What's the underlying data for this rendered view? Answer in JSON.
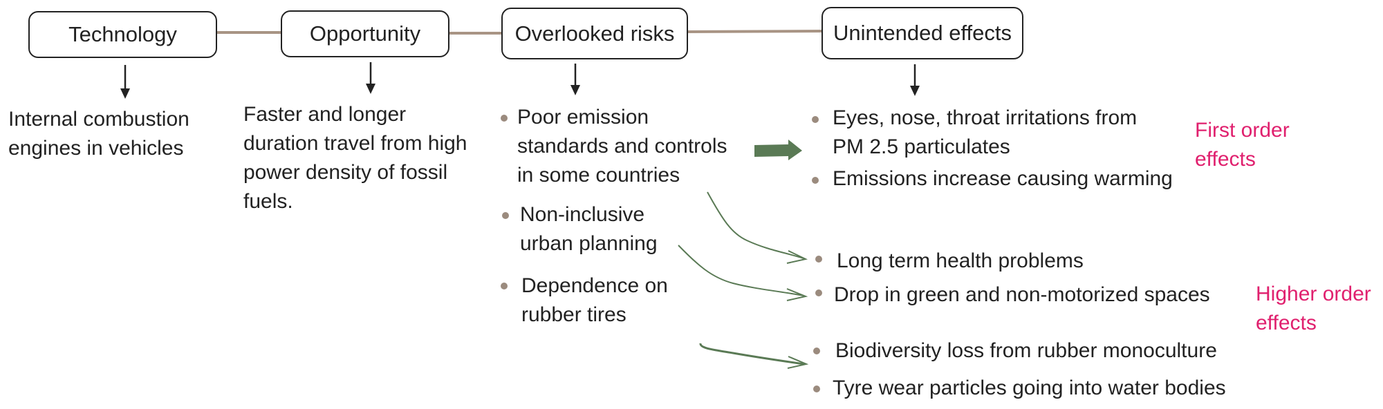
{
  "colors": {
    "connector": "#a89484",
    "arrow": "#222222",
    "green": "#5a7a55",
    "accent": "#e0206e",
    "bullet": "#9b8b7e"
  },
  "stages": [
    {
      "title": "Technology"
    },
    {
      "title": "Opportunity"
    },
    {
      "title": "Overlooked risks"
    },
    {
      "title": "Unintended effects"
    }
  ],
  "technology_text": [
    "Internal combustion",
    "engines in vehicles"
  ],
  "opportunity_text": [
    "Faster and longer",
    "duration travel from high",
    "power density of fossil",
    "fuels."
  ],
  "risks": [
    [
      "Poor emission",
      "standards and controls",
      "in some countries"
    ],
    [
      "Non-inclusive",
      "urban planning"
    ],
    [
      "Dependence on",
      "rubber tires"
    ]
  ],
  "first_order_effects": [
    [
      "Eyes, nose, throat irritations from",
      "PM 2.5 particulates"
    ],
    [
      "Emissions increase causing warming"
    ]
  ],
  "higher_order_effects": [
    "Long term health problems",
    "Drop in green and non-motorized spaces",
    "Biodiversity loss from rubber monoculture",
    "Tyre wear particles going into water bodies"
  ],
  "labels": {
    "first_order": [
      "First order",
      "effects"
    ],
    "higher_order": [
      "Higher order",
      "effects"
    ]
  }
}
